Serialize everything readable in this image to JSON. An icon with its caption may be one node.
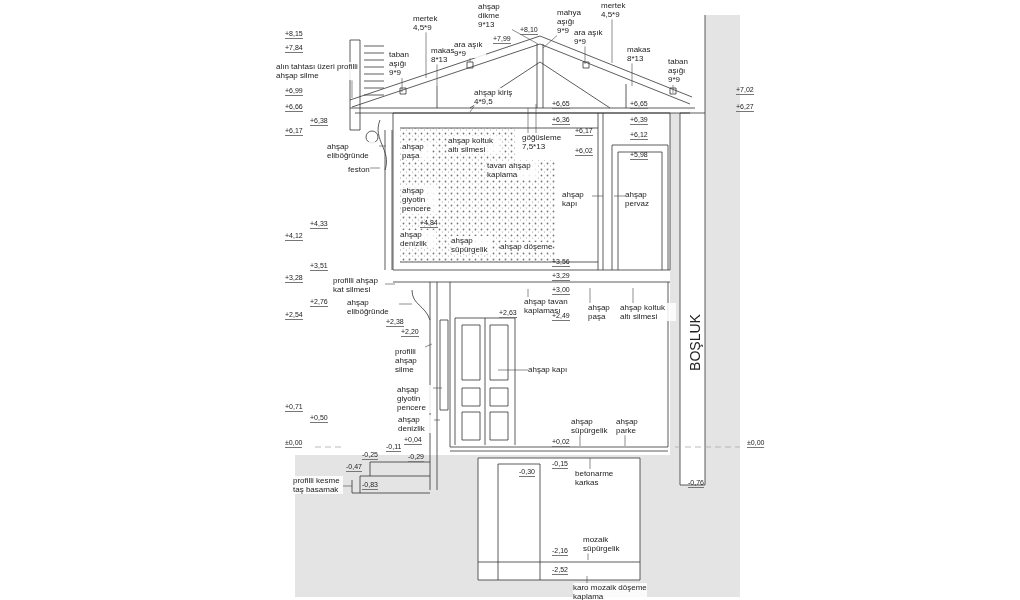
{
  "diagram": {
    "nodes": [
      {
        "text": [
          "mertek 4,5*9"
        ]
      },
      {
        "text": [
          "taban aşığı 9*9"
        ]
      },
      {
        "text": [
          "makas 8*13"
        ]
      },
      {
        "text": [
          "ara aşık 9*9"
        ]
      },
      {
        "text": [
          "ahşap dikme 9*13"
        ]
      },
      {
        "text": [
          "mahya aşığı 9*9"
        ]
      },
      {
        "text": [
          "ara aşık 9*9"
        ]
      },
      {
        "text": [
          "mertek 4,5*9"
        ]
      },
      {
        "text": [
          "makas 8*13"
        ]
      },
      {
        "text": [
          "taban aşığı 9*9"
        ]
      },
      {
        "text": [
          "alın tahtası üzeri profilli ahşap silme"
        ]
      },
      {
        "text": [
          "ahşap kiriş 4*9,5"
        ]
      },
      {
        "text": [
          "göğüsleme 7,5*13"
        ]
      },
      {
        "text": [
          "ahşap paşa"
        ]
      },
      {
        "text": [
          "ahşap koltuk altı silmesi"
        ]
      },
      {
        "text": [
          "tavan ahşap kaplama"
        ]
      },
      {
        "text": [
          "ahşap eliböğründe"
        ]
      },
      {
        "text": [
          "feston"
        ]
      },
      {
        "text": [
          "ahşap giyotin pencere"
        ]
      },
      {
        "text": [
          "ahşap denizlik"
        ]
      },
      {
        "text": [
          "ahşap süpürgelik"
        ]
      },
      {
        "text": [
          "ahşap döşeme"
        ]
      },
      {
        "text": [
          "ahşap kapı"
        ]
      },
      {
        "text": [
          "ahşap pervaz"
        ]
      },
      {
        "text": [
          "profilli ahşap kat silmesi"
        ]
      },
      {
        "text": [
          "ahşap eliböğründe"
        ]
      },
      {
        "text": [
          "ahşap tavan kaplaması"
        ]
      },
      {
        "text": [
          "ahşap paşa"
        ]
      },
      {
        "text": [
          "ahşap koltuk altı silmesi"
        ]
      },
      {
        "text": [
          "profilli ahşap silme"
        ]
      },
      {
        "text": [
          "ahşap kapı"
        ]
      },
      {
        "text": [
          "ahşap giyotin pencere"
        ]
      },
      {
        "text": [
          "ahşap denizlik"
        ]
      },
      {
        "text": [
          "ahşap süpürgelik"
        ]
      },
      {
        "text": [
          "ahşap parke"
        ]
      },
      {
        "text": [
          "profilli kesme taş basamak"
        ]
      },
      {
        "text": [
          "betonarme karkas"
        ]
      },
      {
        "text": [
          "mozaik süpürgelik"
        ]
      },
      {
        "text": [
          "karo mozaik döşeme kaplama"
        ]
      }
    ],
    "edges": [
      {
        "from": 0,
        "to": null,
        "arrow": "none"
      },
      {
        "from": 1,
        "to": null,
        "arrow": "none"
      },
      {
        "from": 2,
        "to": null,
        "arrow": "none"
      },
      {
        "from": 3,
        "to": null,
        "arrow": "none"
      },
      {
        "from": 4,
        "to": null,
        "arrow": "none"
      },
      {
        "from": 5,
        "to": null,
        "arrow": "none"
      },
      {
        "from": 6,
        "to": null,
        "arrow": "none"
      },
      {
        "from": 7,
        "to": null,
        "arrow": "none"
      },
      {
        "from": 8,
        "to": null,
        "arrow": "none"
      },
      {
        "from": 9,
        "to": null,
        "arrow": "none"
      },
      {
        "from": 10,
        "to": null,
        "arrow": "none"
      },
      {
        "from": 11,
        "to": null,
        "arrow": "none"
      },
      {
        "from": 12,
        "to": null,
        "arrow": "none"
      },
      {
        "from": 12,
        "to": null,
        "arrow": "none"
      },
      {
        "from": 16,
        "to": null,
        "arrow": "none"
      },
      {
        "from": 17,
        "to": null,
        "arrow": "none"
      },
      {
        "from": 22,
        "to": null,
        "arrow": "none"
      },
      {
        "from": 23,
        "to": null,
        "arrow": "none"
      },
      {
        "from": 24,
        "to": null,
        "arrow": "none"
      },
      {
        "from": 25,
        "to": null,
        "arrow": "none"
      },
      {
        "from": 26,
        "to": null,
        "arrow": "none"
      },
      {
        "from": 27,
        "to": null,
        "arrow": "none"
      },
      {
        "from": 28,
        "to": null,
        "arrow": "none"
      },
      {
        "from": 29,
        "to": null,
        "arrow": "none"
      },
      {
        "from": 30,
        "to": null,
        "arrow": "none"
      },
      {
        "from": 31,
        "to": null,
        "arrow": "none"
      },
      {
        "from": 32,
        "to": null,
        "arrow": "none"
      },
      {
        "from": 33,
        "to": null,
        "arrow": "none"
      },
      {
        "from": 34,
        "to": null,
        "arrow": "none"
      },
      {
        "from": 35,
        "to": null,
        "arrow": "none"
      },
      {
        "from": 36,
        "to": null,
        "arrow": "none"
      },
      {
        "from": 37,
        "to": null,
        "arrow": "none"
      },
      {
        "from": 38,
        "to": null,
        "arrow": "none"
      }
    ],
    "labels": [
      "+8,15",
      "+7,99",
      "+8,10",
      "+7,84",
      "+6,99",
      "+7,02",
      "+6,66",
      "+6,65",
      "+6,65",
      "+6,27",
      "+6,38",
      "+6,36",
      "+6,39",
      "+6,17",
      "+6,17",
      "+6,12",
      "+6,02",
      "+5,98",
      "+4,33",
      "+4,84",
      "+4,12",
      "+3,51",
      "+3,56",
      "+3,28",
      "+3,29",
      "+3,00",
      "+2,76",
      "+2,54",
      "+2,63",
      "+2,49",
      "+2,38",
      "+2,20",
      "+0,71",
      "+0,50",
      "±0,00",
      "+0,04",
      "+0,02",
      "±0,00",
      "-0,11",
      "-0,25",
      "-0,29",
      "-0,47",
      "-0,30",
      "-0,15",
      "-0,83",
      "-0,76",
      "-2,16",
      "-2,52",
      "BOŞLUK"
    ]
  }
}
